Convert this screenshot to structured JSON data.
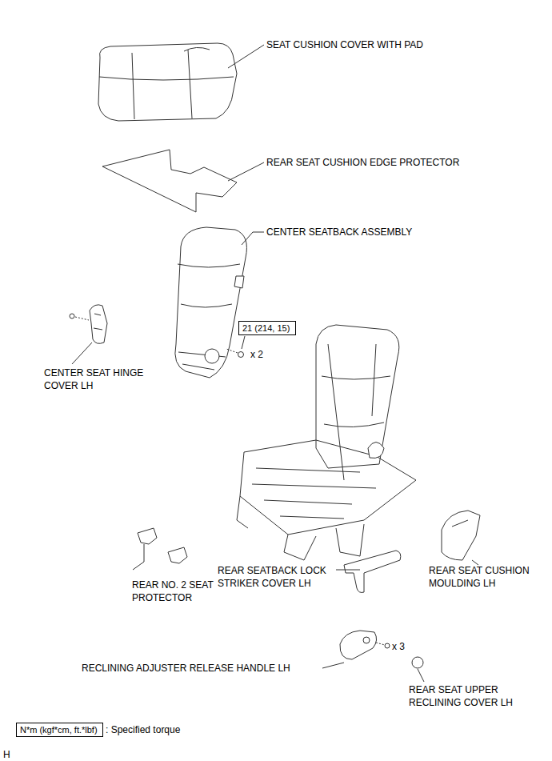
{
  "diagram": {
    "nodes": [
      {
        "text": [
          "21 (214, 15)"
        ]
      },
      {
        "text": [
          "N*m (kgf*cm, ft.*lbf)"
        ]
      }
    ],
    "labels": [
      "SEAT CUSHION COVER WITH PAD",
      "REAR SEAT CUSHION EDGE PROTECTOR",
      "CENTER SEATBACK ASSEMBLY",
      "x 2",
      "CENTER SEAT HINGE COVER LH",
      "REAR NO. 2 SEAT PROTECTOR",
      "REAR SEATBACK LOCK STRIKER COVER LH",
      "REAR SEAT CUSHION MOULDING LH",
      "RECLINING ADJUSTER RELEASE HANDLE LH",
      "x 3",
      "REAR SEAT UPPER RECLINING COVER LH",
      ": Specified torque",
      "H"
    ]
  }
}
